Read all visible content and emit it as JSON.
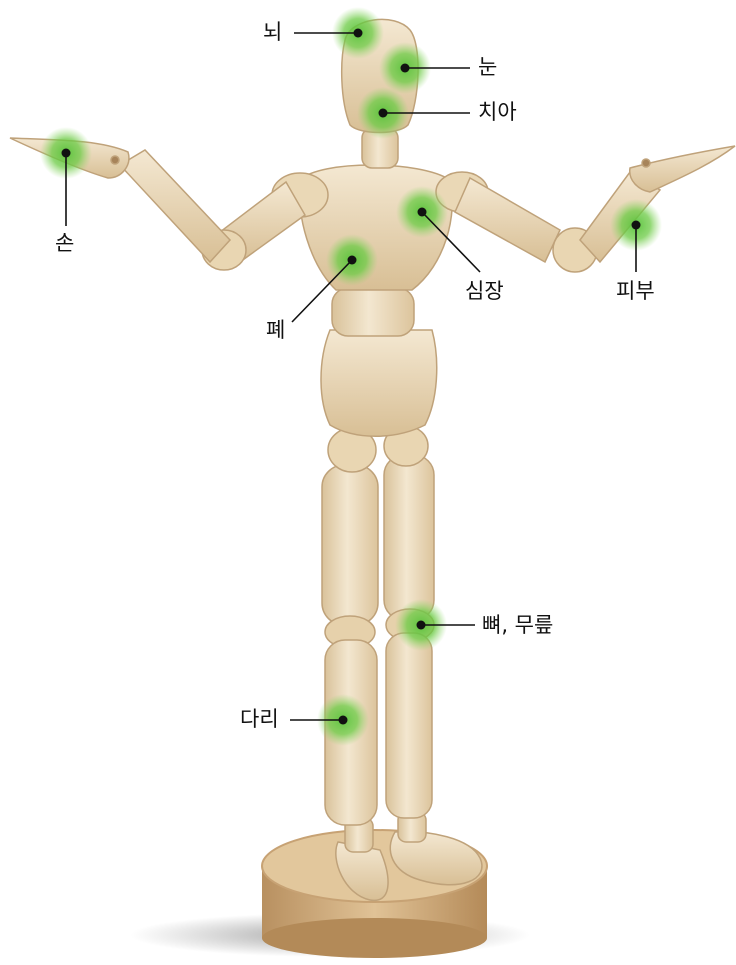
{
  "colors": {
    "wood_light": "#f1e3c9",
    "wood_mid": "#e3cfa8",
    "wood_dark": "#c9a97c",
    "wood_edge": "#b38f60",
    "base_wood": "#d3b07e",
    "highlight_green": "#58c23a",
    "leader_line": "#111111",
    "label_text": "#111111"
  },
  "labels": {
    "brain": "뇌",
    "eyes": "눈",
    "teeth": "치아",
    "hand": "손",
    "heart": "심장",
    "skin": "피부",
    "lungs": "폐",
    "bone_knee": "뼈, 무릎",
    "legs": "다리"
  }
}
